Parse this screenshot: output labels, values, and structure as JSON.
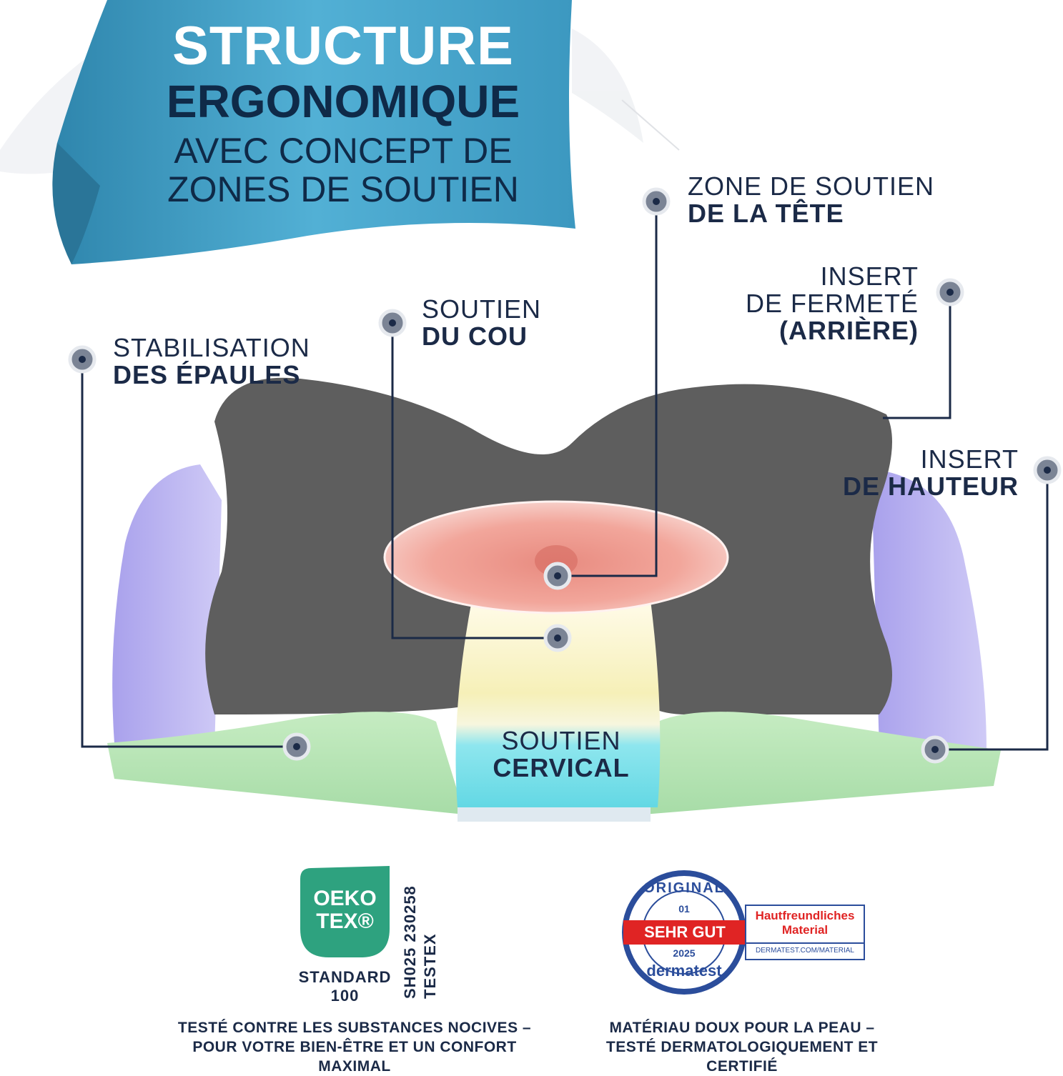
{
  "banner": {
    "line1": "STRUCTURE",
    "line2": "ERGONOMIQUE",
    "line3": "AVEC CONCEPT DE",
    "line4": "ZONES DE SOUTIEN"
  },
  "labels": {
    "head": {
      "thin": "ZONE DE SOUTIEN",
      "bold": "DE LA TÊTE"
    },
    "firmness": {
      "thin1": "INSERT",
      "thin2": "DE FERMETÉ",
      "bold": "(ARRIÈRE)"
    },
    "neck": {
      "thin": "SOUTIEN",
      "bold": "DU COU"
    },
    "shoulders": {
      "thin": "STABILISATION",
      "bold": "DES ÉPAULES"
    },
    "height": {
      "thin": "INSERT",
      "bold": "DE HAUTEUR"
    },
    "cervical": {
      "thin": "SOUTIEN",
      "bold": "CERVICAL"
    }
  },
  "certs": {
    "oeko": {
      "logo_line1": "OEKO",
      "logo_line2": "TEX®",
      "standard": "STANDARD",
      "number": "100",
      "code": "SH025 230258",
      "lab": "TESTEX",
      "desc_line1": "TESTÉ CONTRE LES SUBSTANCES NOCIVES –",
      "desc_line2": "POUR VOTRE BIEN-ÊTRE ET UN CONFORT",
      "desc_line3": "MAXIMAL"
    },
    "derma": {
      "original": "ORIGINAL",
      "rank": "01",
      "grade": "SEHR GUT",
      "year": "2025",
      "brand": "dermatest",
      "box_line1": "Hautfreundliches",
      "box_line2": "Material",
      "url": "DERMATEST.COM/MATERIAL",
      "desc_line1": "MATÉRIAU DOUX POUR LA PEAU –",
      "desc_line2": "TESTÉ DERMATOLOGIQUEMENT ET",
      "desc_line3": "CERTIFIÉ"
    }
  },
  "colors": {
    "banner": "#3f9dc4",
    "navy": "#1b2a47",
    "pillow_gray": "#5d5d5d",
    "lavender": "#b9b2ef",
    "mint": "#b5e6b5",
    "oeko_green": "#2ea27f",
    "derma_red": "#e02424",
    "derma_blue": "#2b4d9b"
  }
}
